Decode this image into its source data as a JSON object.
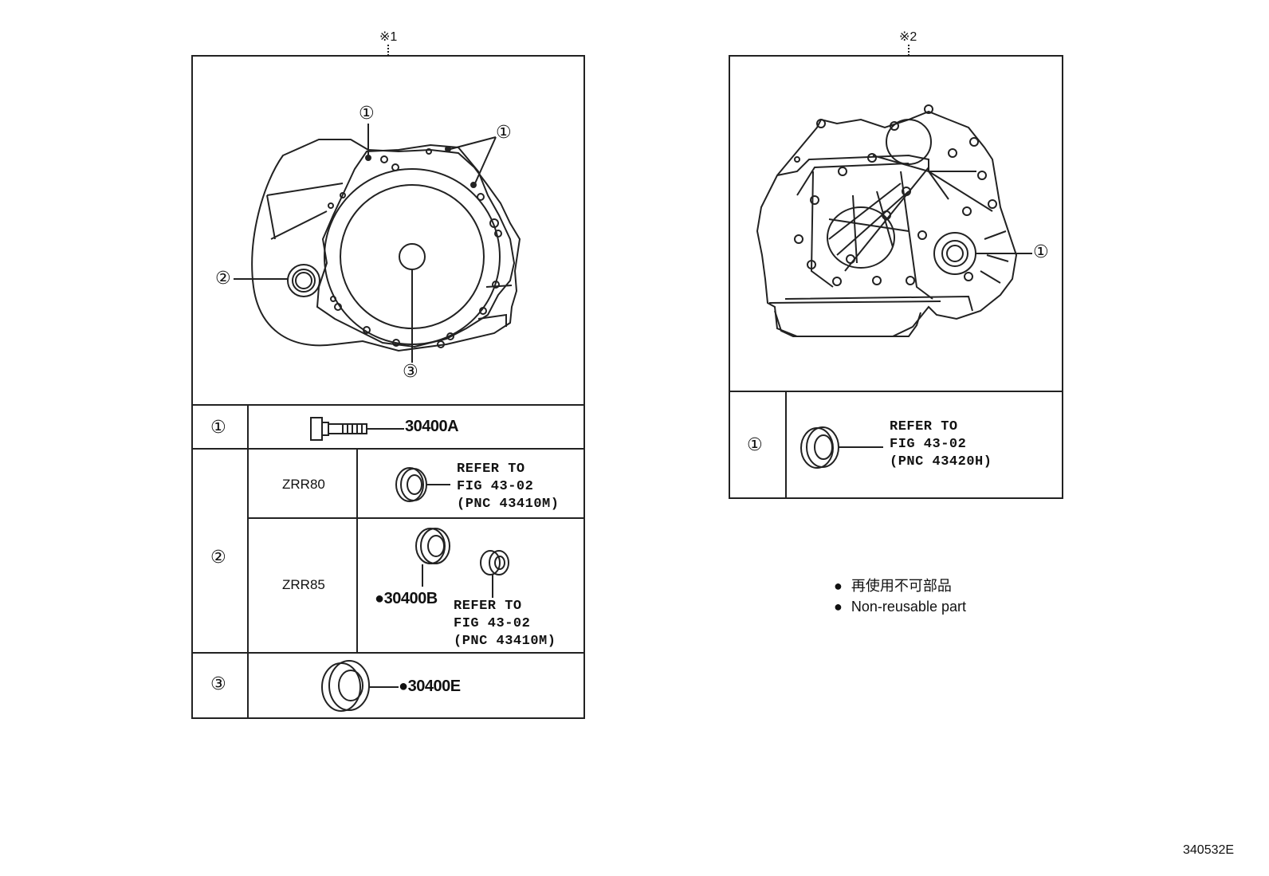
{
  "figure1": {
    "marker": "※1",
    "parts": {
      "row1": {
        "callout": "①",
        "part_number": "30400A"
      },
      "row2": {
        "callout": "②",
        "variants": [
          {
            "model": "ZRR80",
            "refer_lines": [
              "REFER TO",
              "FIG 43-02",
              "(PNC 43410M)"
            ]
          },
          {
            "model": "ZRR85",
            "part_number": "●30400B",
            "refer_lines": [
              "REFER TO",
              "FIG 43-02",
              "(PNC 43410M)"
            ]
          }
        ]
      },
      "row3": {
        "callout": "③",
        "part_number": "●30400E"
      }
    },
    "diagram_callouts": [
      "①",
      "①",
      "②",
      "③"
    ]
  },
  "figure2": {
    "marker": "※2",
    "parts": {
      "row1": {
        "callout": "①",
        "refer_lines": [
          "REFER TO",
          "FIG 43-02",
          "(PNC 43420H)"
        ]
      }
    },
    "diagram_callouts": [
      "①"
    ]
  },
  "legend": {
    "bullet": "●",
    "lines": [
      "再使用不可部品",
      "Non-reusable part"
    ]
  },
  "footer": {
    "code": "340532E"
  }
}
